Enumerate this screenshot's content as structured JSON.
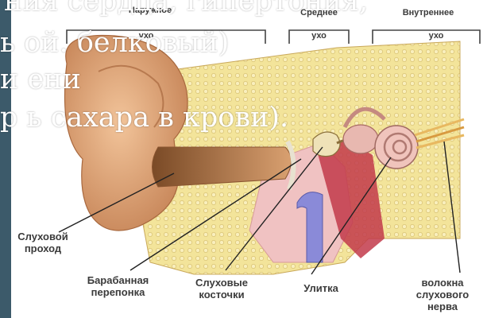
{
  "diagram": {
    "header": {
      "outer": "Наружное",
      "middle": "Среднее",
      "inner": "Внутреннее",
      "ear_word": "ухо"
    },
    "labels": {
      "ear_canal": [
        "Слуховой",
        "проход"
      ],
      "eardrum": [
        "Барабанная",
        "перепонка"
      ],
      "ossicles": [
        "Слуховые",
        "косточки"
      ],
      "cochlea": "Улитка",
      "nerve": [
        "волокна",
        "слухового",
        "нерва"
      ]
    }
  },
  "overlay_text": {
    "line1": "ния сердца, гипертония,",
    "line2": "ь       ой. белковый)",
    "line3": "и          ени",
    "line4": "р      ь сахара в крови)."
  }
}
